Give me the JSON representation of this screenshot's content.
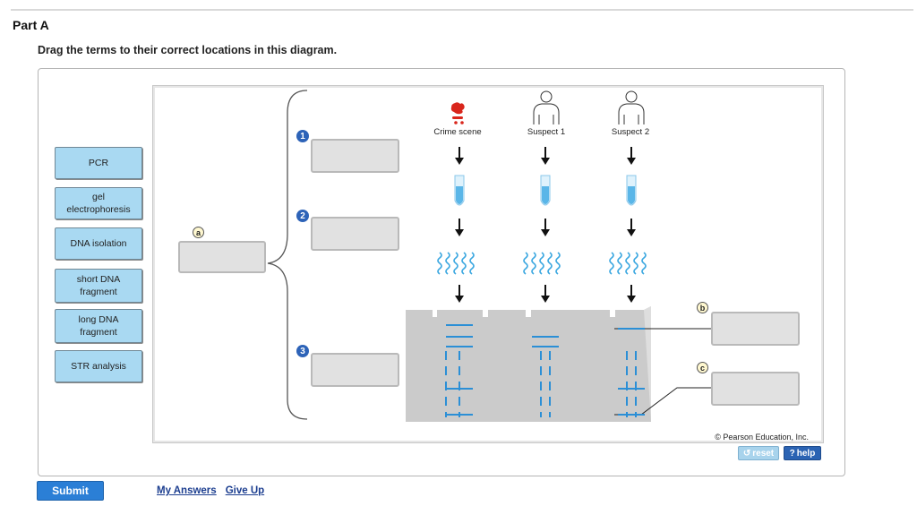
{
  "part_title": "Part A",
  "instructions": "Drag the terms to their correct locations in this diagram.",
  "terms": [
    {
      "line1": "PCR",
      "line2": ""
    },
    {
      "line1": "gel",
      "line2": "electrophoresis"
    },
    {
      "line1": "DNA isolation",
      "line2": ""
    },
    {
      "line1": "short DNA",
      "line2": "fragment"
    },
    {
      "line1": "long DNA",
      "line2": "fragment"
    },
    {
      "line1": "STR analysis",
      "line2": ""
    }
  ],
  "diagram": {
    "step_numbers": [
      "1",
      "2",
      "3"
    ],
    "letters": [
      "a",
      "b",
      "c"
    ],
    "columns": [
      "Crime scene",
      "Suspect 1",
      "Suspect 2"
    ],
    "copyright": "© Pearson Education, Inc.",
    "accent_blue": "#2d63b8",
    "gel_color": "#cfcfcf",
    "band_color": "#2b8fd6"
  },
  "buttons": {
    "reset": "reset",
    "help": "help",
    "submit": "Submit"
  },
  "links": {
    "my_answers": "My Answers",
    "give_up": "Give Up"
  }
}
